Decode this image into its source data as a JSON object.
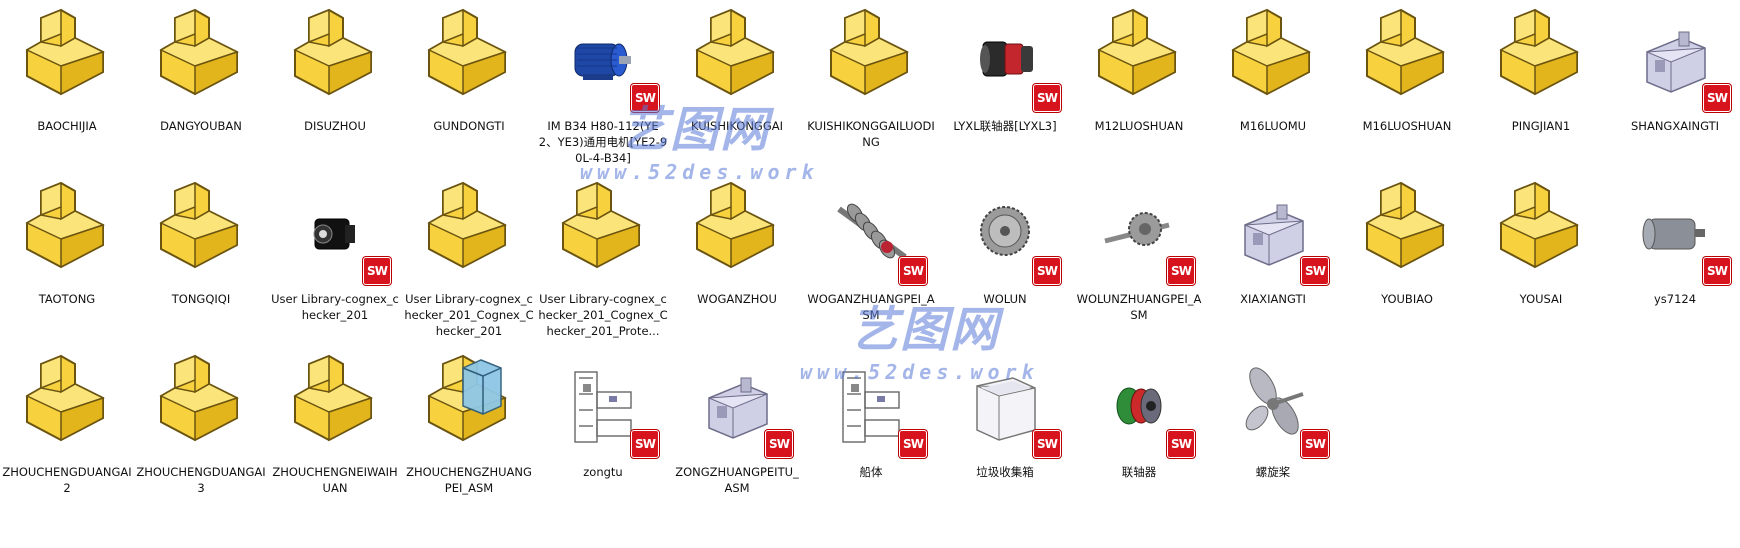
{
  "explorer": {
    "view": "large-icons",
    "items": [
      {
        "name": "BAOCHIJIA",
        "icon": "part-folder-icon"
      },
      {
        "name": "DANGYOUBAN",
        "icon": "part-folder-icon"
      },
      {
        "name": "DISUZHOU",
        "icon": "part-folder-icon"
      },
      {
        "name": "GUNDONGTI",
        "icon": "part-folder-icon"
      },
      {
        "name": "IM B34 H80-112(YE2、YE3)通用电机[YE2-90L-4-B34]",
        "icon": "motor-thumbnail",
        "sw": true
      },
      {
        "name": "KUISHIKONGGAI",
        "icon": "part-folder-icon"
      },
      {
        "name": "KUISHIKONGGAILUODING",
        "icon": "part-folder-icon"
      },
      {
        "name": "LYXL联轴器[LYXL3]",
        "icon": "coupling-thumbnail",
        "sw": true
      },
      {
        "name": "M12LUOSHUAN",
        "icon": "part-folder-icon"
      },
      {
        "name": "M16LUOMU",
        "icon": "part-folder-icon"
      },
      {
        "name": "M16LUOSHUAN",
        "icon": "part-folder-icon"
      },
      {
        "name": "PINGJIAN1",
        "icon": "part-folder-icon"
      },
      {
        "name": "SHANGXAINGTI",
        "icon": "housing-thumbnail",
        "sw": true
      },
      {
        "name": "TAOTONG",
        "icon": "part-folder-icon"
      },
      {
        "name": "TONGQIQI",
        "icon": "part-folder-icon"
      },
      {
        "name": "User Library-cognex_checker_201",
        "icon": "camera-thumbnail",
        "sw": true
      },
      {
        "name": "User Library-cognex_checker_201_Cognex_Checker_201",
        "icon": "part-folder-icon"
      },
      {
        "name": "User Library-cognex_checker_201_Cognex_Checker_201_Prote...",
        "icon": "part-folder-icon"
      },
      {
        "name": "WOGANZHOU",
        "icon": "part-folder-icon"
      },
      {
        "name": "WOGANZHUANGPEI_ASM",
        "icon": "worm-shaft-thumbnail",
        "sw": true
      },
      {
        "name": "WOLUN",
        "icon": "gear-thumbnail",
        "sw": true
      },
      {
        "name": "WOLUNZHUANGPEI_ASM",
        "icon": "gear-shaft-thumbnail",
        "sw": true
      },
      {
        "name": "XIAXIANGTI",
        "icon": "housing-thumbnail",
        "sw": true
      },
      {
        "name": "YOUBIAO",
        "icon": "part-folder-icon"
      },
      {
        "name": "YOUSAI",
        "icon": "part-folder-icon"
      },
      {
        "name": "ys7124",
        "icon": "motor-gray-thumbnail",
        "sw": true
      },
      {
        "name": "ZHOUCHENGDUANGAI2",
        "icon": "part-folder-icon"
      },
      {
        "name": "ZHOUCHENGDUANGAI3",
        "icon": "part-folder-icon"
      },
      {
        "name": "ZHOUCHENGNEIWAIHUAN",
        "icon": "part-folder-icon"
      },
      {
        "name": "ZHOUCHENGZHUANGPEI_ASM",
        "icon": "assembly-folder-icon"
      },
      {
        "name": "zongtu",
        "icon": "frame-assembly-thumbnail",
        "sw": true
      },
      {
        "name": "ZONGZHUANGPEITU_ASM",
        "icon": "housing-thumbnail",
        "sw": true
      },
      {
        "name": "船体",
        "icon": "frame-assembly-thumbnail",
        "sw": true
      },
      {
        "name": "垃圾收集箱",
        "icon": "box-thumbnail",
        "sw": true
      },
      {
        "name": "联轴器",
        "icon": "coupling-color-thumbnail",
        "sw": true
      },
      {
        "name": "螺旋桨",
        "icon": "propeller-thumbnail",
        "sw": true
      }
    ],
    "sw_badge_text": "SW"
  },
  "watermark": {
    "brand_cn": "艺图网",
    "url": "www.52des.work"
  },
  "colors": {
    "folder_front": "#f7d23e",
    "folder_side": "#e2b51c",
    "folder_top": "#fbe57a",
    "outline": "#6b5410",
    "accent_blue": "#8ec7e6",
    "sw_red": "#d7141e"
  }
}
